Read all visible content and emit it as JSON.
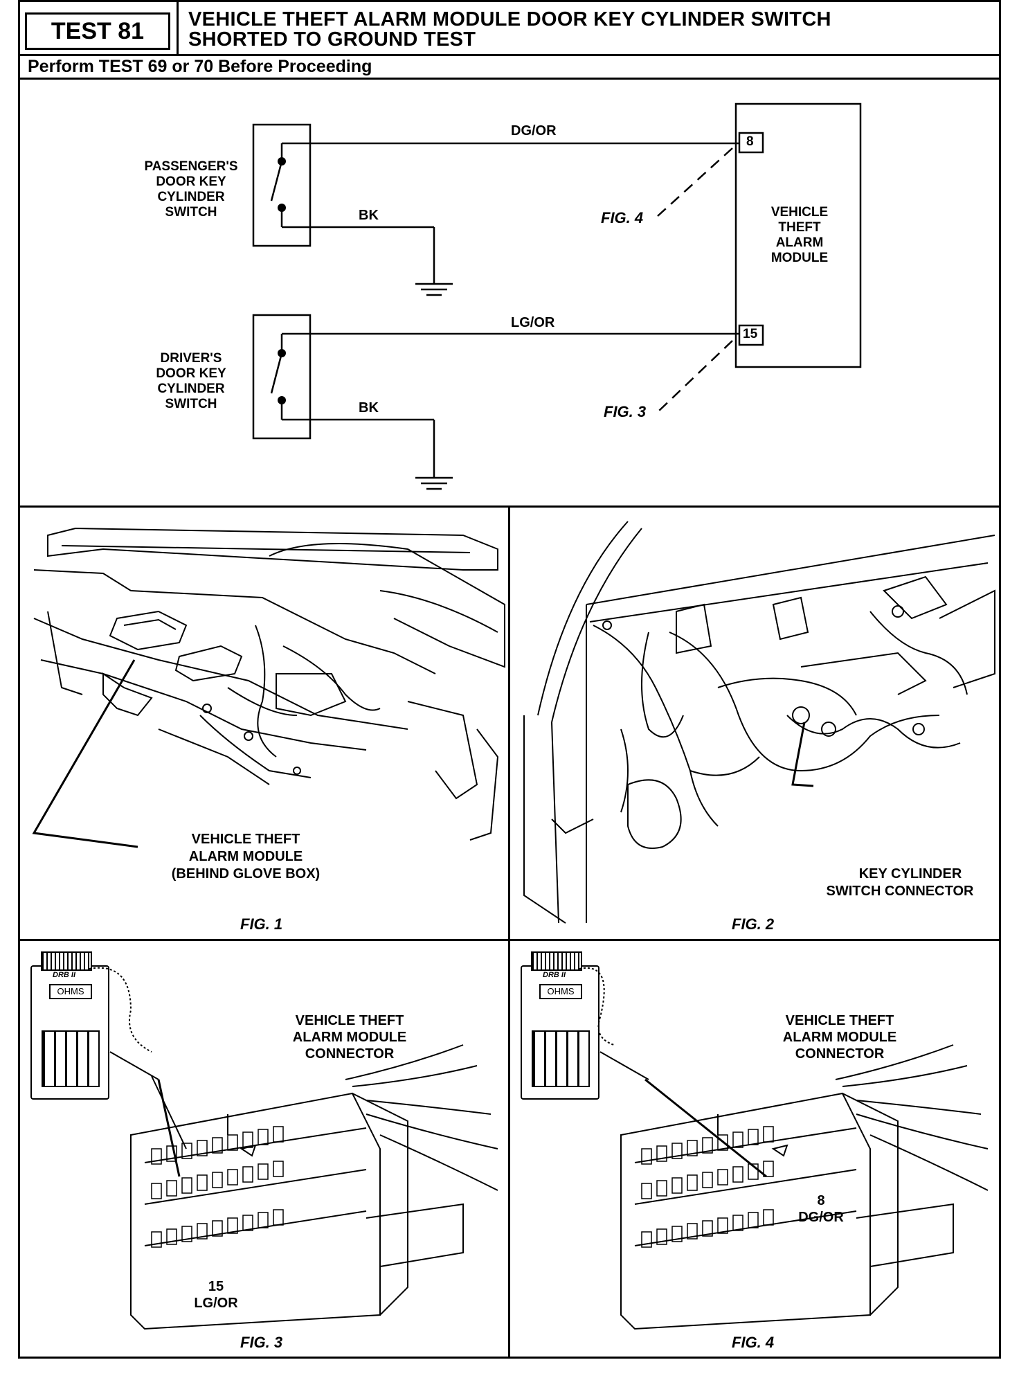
{
  "header": {
    "test_label": "TEST 81",
    "title_line1": "VEHICLE THEFT ALARM MODULE DOOR KEY CYLINDER SWITCH",
    "title_line2": "SHORTED TO GROUND TEST",
    "subheader": "Perform TEST 69 or 70 Before Proceeding"
  },
  "schematic": {
    "passenger_switch": [
      "PASSENGER'S",
      "DOOR KEY",
      "CYLINDER",
      "SWITCH"
    ],
    "driver_switch": [
      "DRIVER'S",
      "DOOR KEY",
      "CYLINDER",
      "SWITCH"
    ],
    "module": [
      "VEHICLE",
      "THEFT",
      "ALARM",
      "MODULE"
    ],
    "wire_top": "DG/OR",
    "wire_bottom": "LG/OR",
    "ground_wire_1": "BK",
    "ground_wire_2": "BK",
    "pin_8": "8",
    "pin_15": "15",
    "fig4_ref": "FIG. 4",
    "fig3_ref": "FIG. 3"
  },
  "fig1": {
    "callout": [
      "VEHICLE THEFT",
      "ALARM MODULE",
      "(BEHIND GLOVE BOX)"
    ],
    "caption": "FIG. 1"
  },
  "fig2": {
    "callout": [
      "KEY CYLINDER",
      "SWITCH CONNECTOR"
    ],
    "caption": "FIG. 2"
  },
  "fig3": {
    "tester_brand": "DRB II",
    "tester_display": "OHMS",
    "connector_label": [
      "VEHICLE THEFT",
      "ALARM MODULE",
      "CONNECTOR"
    ],
    "pin_number": "15",
    "pin_wire": "LG/OR",
    "caption": "FIG. 3"
  },
  "fig4": {
    "tester_brand": "DRB II",
    "tester_display": "OHMS",
    "connector_label": [
      "VEHICLE THEFT",
      "ALARM MODULE",
      "CONNECTOR"
    ],
    "pin_number": "8",
    "pin_wire": "DG/OR",
    "caption": "FIG. 4"
  }
}
